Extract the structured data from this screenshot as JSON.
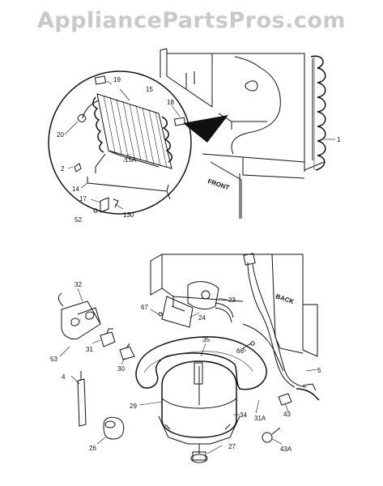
{
  "watermark": "AppliancePartsPros.com",
  "labels": {
    "front": "FRONT",
    "back": "BACK"
  },
  "callouts": {
    "p1": "1",
    "p2": "2",
    "p5": "5",
    "p4": "4",
    "p14": "14",
    "p15": "15",
    "p15a": "15A",
    "p17": "17",
    "p18": "18",
    "p19": "19",
    "p20": "20",
    "p23": "23",
    "p24": "24",
    "p26": "26",
    "p27": "27",
    "p29": "29",
    "p30": "30",
    "p31": "31",
    "p31a": "31A",
    "p32": "32",
    "p34": "34",
    "p35": "35",
    "p43": "43",
    "p43a": "43A",
    "p52": "52",
    "p53": "53",
    "p66": "66",
    "p67": "67",
    "p130": "130"
  }
}
